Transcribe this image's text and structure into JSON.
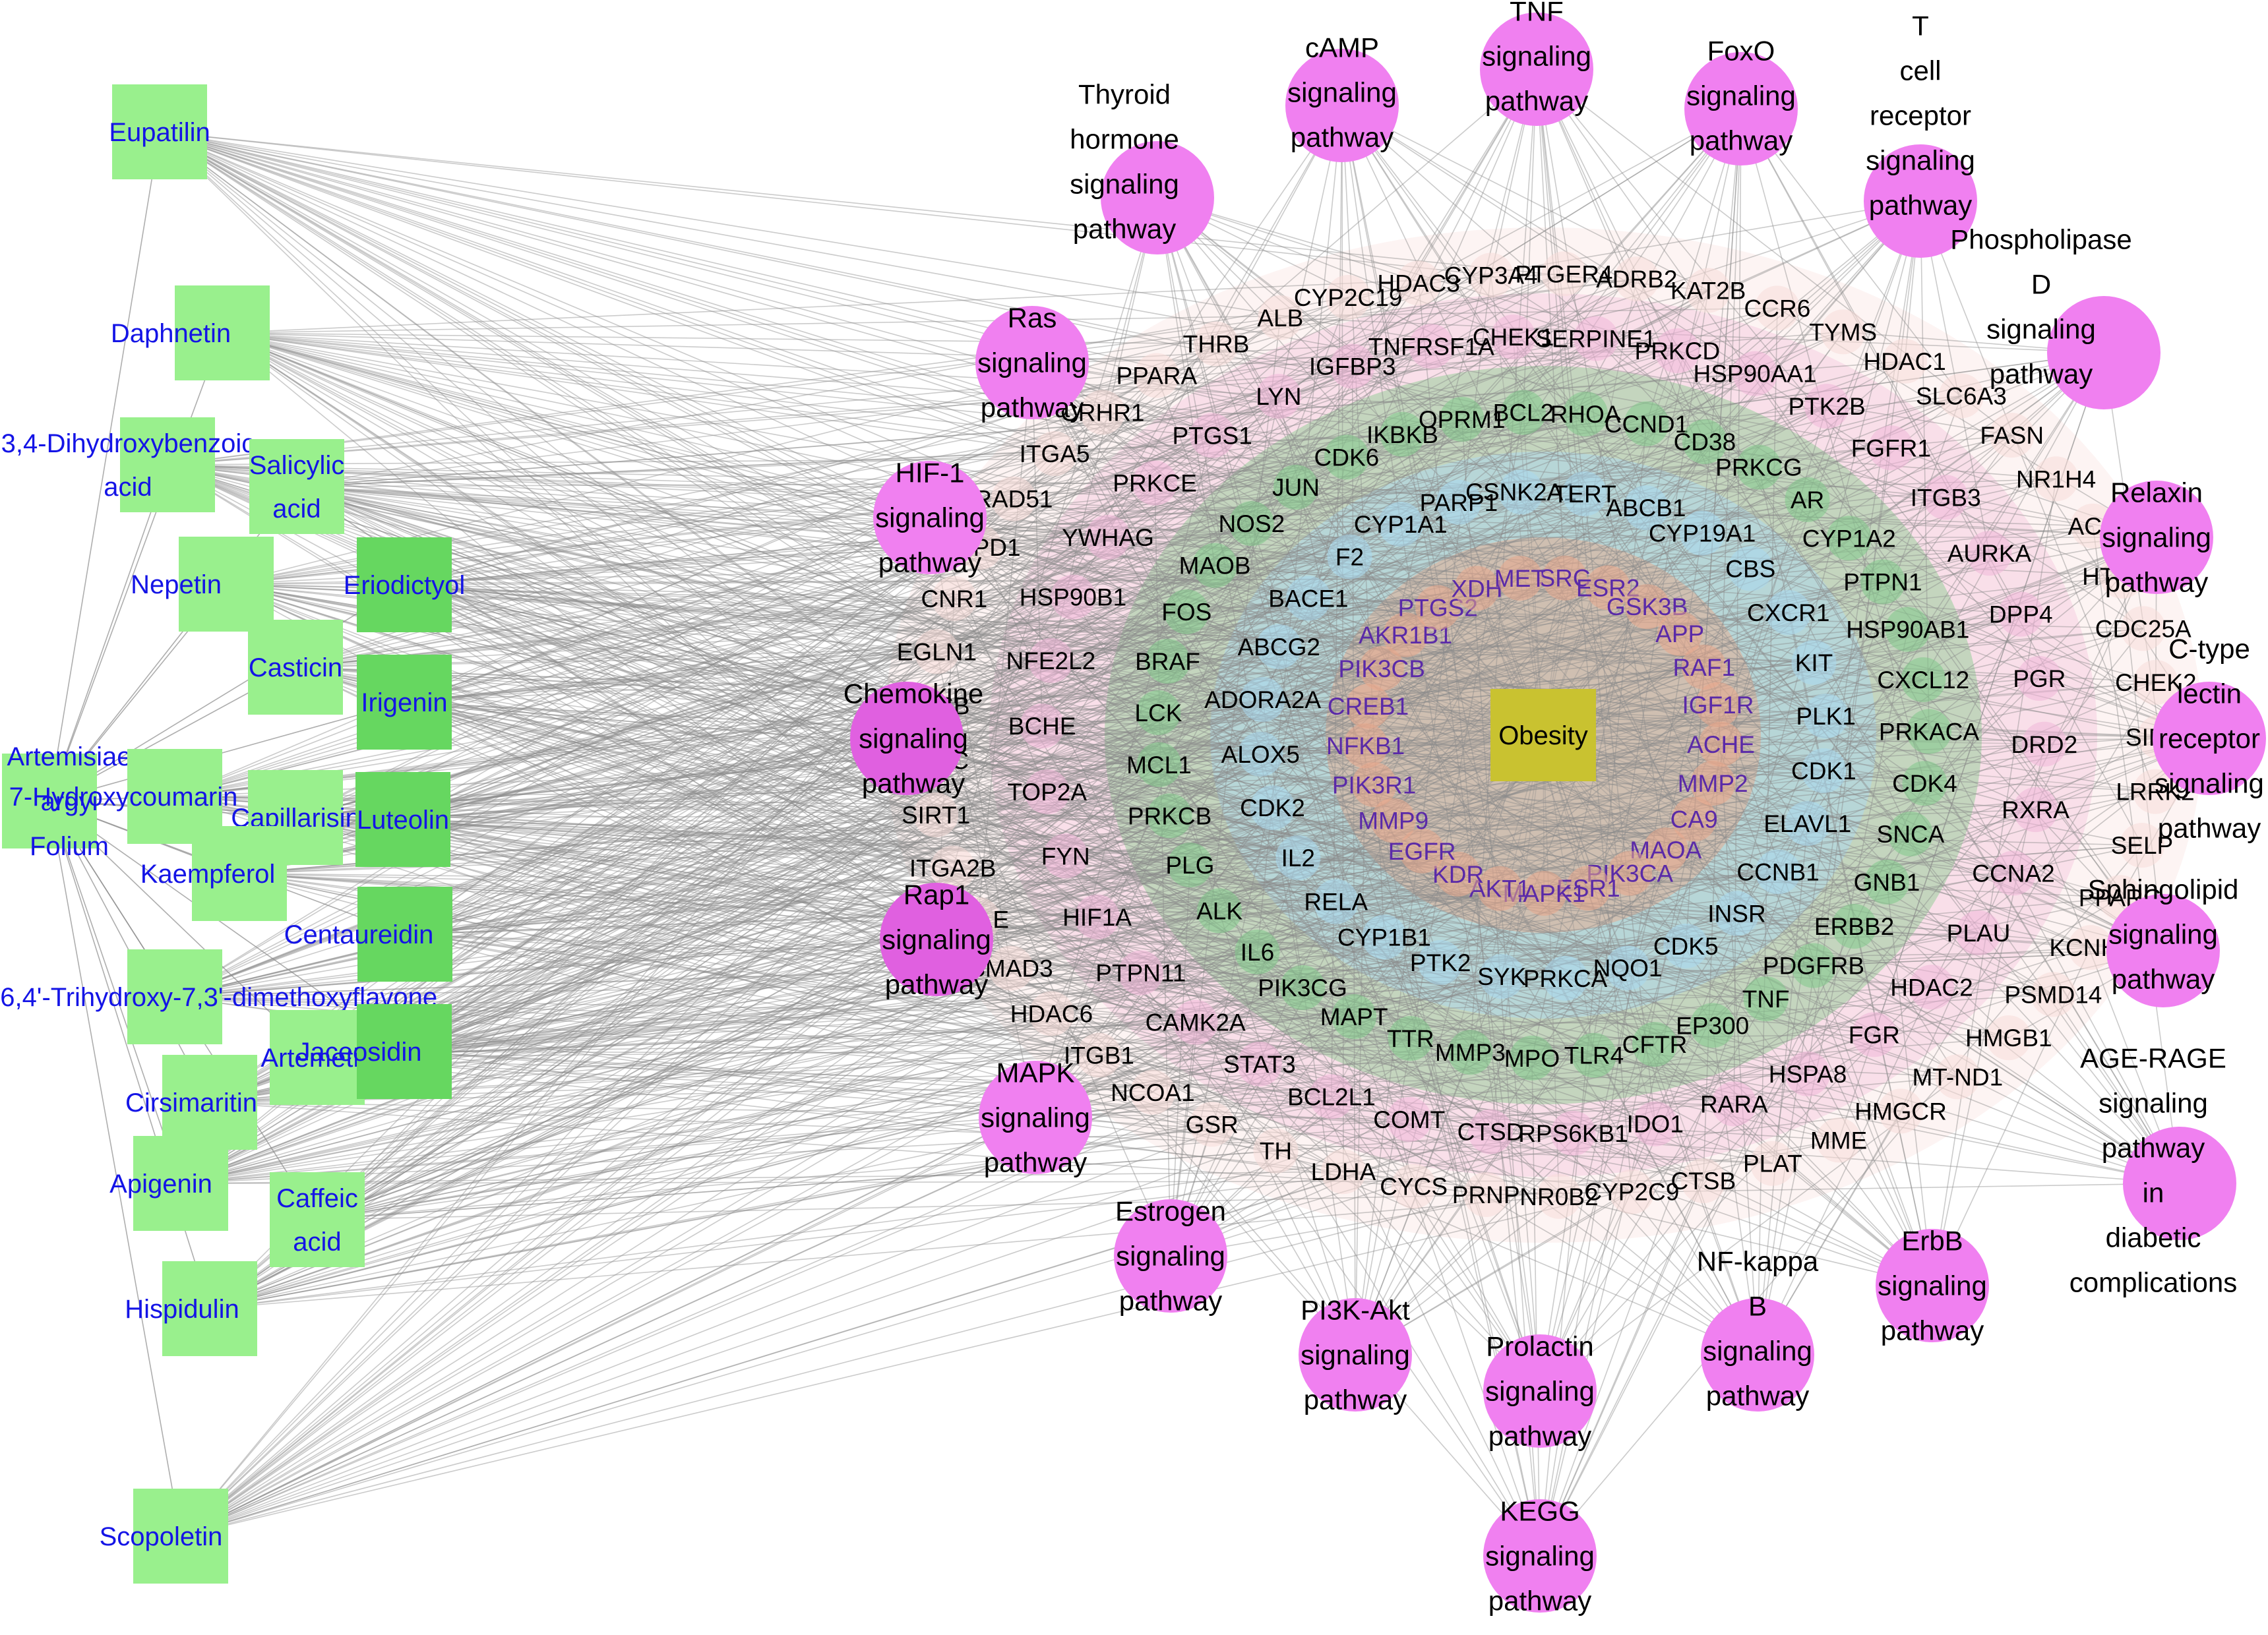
{
  "colors": {
    "edge": "#8c8c8c",
    "ingredient_fill": "#99f08d",
    "ingredient_fill_inner": "#66d760",
    "ingredient_text": "#1414e6",
    "pathway_fill": "#f080f0",
    "pathway_fill_dark": "#e060e0",
    "pathway_text": "#000000",
    "center_fill": "#c9c230",
    "target_text_dark": "#000000",
    "target_text_purple": "#5a2aa8",
    "target_text_blue": "#1f2fa6",
    "ring_blue": "#a9d8ef",
    "ring_green": "#82c98a",
    "ring_pink": "#f0b6d8",
    "ring_salmon": "#e8a88c",
    "ring_outer": "#f7dcd8"
  },
  "herb": {
    "name": "Artemisiae argyi Folium",
    "lines": [
      "Artemisiae",
      "argyi",
      "Folium"
    ]
  },
  "ingredients": [
    {
      "name": "Eupatilin",
      "lines": [
        "Eupatilin"
      ]
    },
    {
      "name": "Daphnetin",
      "lines": [
        "Daphnetin"
      ]
    },
    {
      "name": "3,4-Dihydroxybenzoic acid",
      "lines": [
        "3,4-Dihydroxybenzoic",
        "acid"
      ]
    },
    {
      "name": "Salicylic acid",
      "lines": [
        "Salicylic",
        "acid"
      ]
    },
    {
      "name": "Nepetin",
      "lines": [
        "Nepetin"
      ]
    },
    {
      "name": "Eriodictyol",
      "lines": [
        "Eriodictyol"
      ]
    },
    {
      "name": "Casticin",
      "lines": [
        "Casticin"
      ]
    },
    {
      "name": "Irigenin",
      "lines": [
        "Irigenin"
      ]
    },
    {
      "name": "7-Hydroxycoumarin",
      "lines": [
        "7-Hydroxycoumarin"
      ]
    },
    {
      "name": "Capillarisin",
      "lines": [
        "Capillarisin"
      ]
    },
    {
      "name": "Luteolin",
      "lines": [
        "Luteolin"
      ]
    },
    {
      "name": "Kaempferol",
      "lines": [
        "Kaempferol"
      ]
    },
    {
      "name": "Centaureidin",
      "lines": [
        "Centaureidin"
      ]
    },
    {
      "name": "5,6,4'-Trihydroxy-7,3'-dimethoxyflavone",
      "lines": [
        "5,6,4'-Trihydroxy-7,3'-dimethoxyflavone"
      ]
    },
    {
      "name": "Artemetin",
      "lines": [
        "Artemetin"
      ]
    },
    {
      "name": "Jaceosidin",
      "lines": [
        "Jaceosidin"
      ]
    },
    {
      "name": "Cirsimaritin",
      "lines": [
        "Cirsimaritin"
      ]
    },
    {
      "name": "Apigenin",
      "lines": [
        "Apigenin"
      ]
    },
    {
      "name": "Caffeic acid",
      "lines": [
        "Caffeic",
        "acid"
      ]
    },
    {
      "name": "Hispidulin",
      "lines": [
        "Hispidulin"
      ]
    },
    {
      "name": "Scopoletin",
      "lines": [
        "Scopoletin"
      ]
    }
  ],
  "center": {
    "name": "Obesity"
  },
  "pathways": [
    {
      "name": "TNF signaling pathway",
      "lines": [
        "TNF",
        "signaling",
        "pathway"
      ]
    },
    {
      "name": "cAMP signaling pathway",
      "lines": [
        "cAMP",
        "signaling",
        "pathway"
      ]
    },
    {
      "name": "FoxO signaling pathway",
      "lines": [
        "FoxO",
        "signaling",
        "pathway"
      ]
    },
    {
      "name": "Thyroid hormone signaling pathway",
      "lines": [
        "Thyroid",
        "hormone",
        "signaling",
        "pathway"
      ]
    },
    {
      "name": "T cell receptor signaling pathway",
      "lines": [
        "T",
        "cell",
        "receptor",
        "signaling",
        "pathway"
      ]
    },
    {
      "name": "Ras signaling pathway",
      "lines": [
        "Ras",
        "signaling",
        "pathway"
      ]
    },
    {
      "name": "Phospholipase D signaling pathway",
      "lines": [
        "Phospholipase",
        "D",
        "signaling",
        "pathway"
      ]
    },
    {
      "name": "HIF-1 signaling pathway",
      "lines": [
        "HIF-1",
        "signaling",
        "pathway"
      ]
    },
    {
      "name": "Relaxin signaling pathway",
      "lines": [
        "Relaxin",
        "signaling",
        "pathway"
      ]
    },
    {
      "name": "C-type lectin receptor signaling pathway",
      "lines": [
        "C-type",
        "lectin",
        "receptor",
        "signaling",
        "pathway"
      ]
    },
    {
      "name": "Chemokine signaling pathway",
      "lines": [
        "Chemokine",
        "signaling",
        "pathway"
      ]
    },
    {
      "name": "Rap1 signaling pathway",
      "lines": [
        "Rap1",
        "signaling",
        "pathway"
      ]
    },
    {
      "name": "Sphingolipid signaling pathway",
      "lines": [
        "Sphingolipid",
        "signaling",
        "pathway"
      ]
    },
    {
      "name": "MAPK signaling pathway",
      "lines": [
        "MAPK",
        "signaling",
        "pathway"
      ]
    },
    {
      "name": "AGE-RAGE signaling pathway in diabetic complications",
      "lines": [
        "AGE-RAGE",
        "signaling",
        "pathway",
        "in",
        "diabetic",
        "complications"
      ]
    },
    {
      "name": "Estrogen signaling pathway",
      "lines": [
        "Estrogen",
        "signaling",
        "pathway"
      ]
    },
    {
      "name": "ErbB signaling pathway",
      "lines": [
        "ErbB",
        "signaling",
        "pathway"
      ]
    },
    {
      "name": "NF-kappa B signaling pathway",
      "lines": [
        "NF-kappa",
        "B",
        "signaling",
        "pathway"
      ]
    },
    {
      "name": "PI3K-Akt signaling pathway",
      "lines": [
        "PI3K-Akt",
        "signaling",
        "pathway"
      ]
    },
    {
      "name": "Prolactin signaling pathway",
      "lines": [
        "Prolactin",
        "signaling",
        "pathway"
      ]
    },
    {
      "name": "KEGG signaling pathway",
      "lines": [
        "KEGG",
        "signaling",
        "pathway"
      ]
    }
  ],
  "targets": {
    "ring1": [
      "SRC",
      "ESR2",
      "GSK3B",
      "APP",
      "RAF1",
      "IGF1R",
      "ACHE",
      "MMP2",
      "CA9",
      "MAOA",
      "PIK3CA",
      "ESR1",
      "MAPK1",
      "AKT1",
      "KDR",
      "EGFR",
      "MMP9",
      "PIK3R1",
      "NFKB1",
      "CREB1",
      "PIK3CB",
      "AKR1B1",
      "PTGS2",
      "XDH",
      "MET"
    ],
    "ring2": [
      "ABCB1",
      "CYP19A1",
      "CBS",
      "CXCR1",
      "KIT",
      "PLK1",
      "CDK1",
      "ELAVL1",
      "CCNB1",
      "INSR",
      "CDK5",
      "NQO1",
      "PRKCA",
      "SYK",
      "PTK2",
      "CYP1B1",
      "RELA",
      "IL2",
      "CDK2",
      "ALOX5",
      "ADORA2A",
      "ABCG2",
      "BACE1",
      "F2",
      "CYP1A1",
      "PARP1",
      "CSNK2A1",
      "TERT"
    ],
    "ring3": [
      "CCND1",
      "CD38",
      "PRKCG",
      "AR",
      "CYP1A2",
      "PTPN1",
      "HSP90AB1",
      "CXCL12",
      "PRKACA",
      "CDK4",
      "SNCA",
      "GNB1",
      "ERBB2",
      "PDGFRB",
      "TNF",
      "EP300",
      "CFTR",
      "TLR4",
      "MPO",
      "MMP3",
      "TTR",
      "MAPT",
      "PIK3CG",
      "IL6",
      "ALK",
      "PLG",
      "PRKCB",
      "MCL1",
      "LCK",
      "BRAF",
      "FOS",
      "MAOB",
      "NOS2",
      "JUN",
      "CDK6",
      "IKBKB",
      "OPRM1",
      "BCL2",
      "RHOA"
    ],
    "ring4": [
      "PRKCD",
      "HSP90AA1",
      "PTK2B",
      "FGFR1",
      "ITGB3",
      "AURKA",
      "DPP4",
      "PGR",
      "DRD2",
      "RXRA",
      "CCNA2",
      "PLAU",
      "HDAC2",
      "FGR",
      "HSPA8",
      "RARA",
      "IDO1",
      "RPS6KB1",
      "CTSD",
      "COMT",
      "BCL2L1",
      "STAT3",
      "CAMK2A",
      "PTPN11",
      "HIF1A",
      "FYN",
      "TOP2A",
      "BCHE",
      "NFE2L2",
      "HSP90B1",
      "YWHAG",
      "PRKCE",
      "PTGS1",
      "LYN",
      "IGFBP3",
      "TNFRSF1A",
      "CHEK1",
      "SERPINE1"
    ],
    "ring5": [
      "KAT2B",
      "CCR6",
      "TYMS",
      "HDAC1",
      "SLC6A3",
      "FASN",
      "NR1H4",
      "ACE",
      "HTR2A",
      "CDC25A",
      "CHEK2",
      "SIRT2",
      "LRRK2",
      "SELP",
      "PPARG",
      "KCNH2",
      "PSMD14",
      "HMGB1",
      "MT-ND1",
      "HMGCR",
      "MME",
      "PLAT",
      "CTSB",
      "CYP2C9",
      "NR0B2",
      "PRNP",
      "CYCS",
      "LDHA",
      "TH",
      "GSR",
      "NCOA1",
      "ITGB1",
      "HDAC6",
      "SMAD3",
      "SELE",
      "ITGA2B",
      "SIRT1",
      "PTPRC",
      "KDM6B",
      "EGLN1",
      "CNR1",
      "HSPD1",
      "RAD51",
      "ITGA5",
      "CRHR1",
      "PPARA",
      "THRB",
      "ALB",
      "CYP2C19",
      "HDAC3",
      "CYP3A4",
      "PTGER4",
      "ADRB2"
    ]
  }
}
